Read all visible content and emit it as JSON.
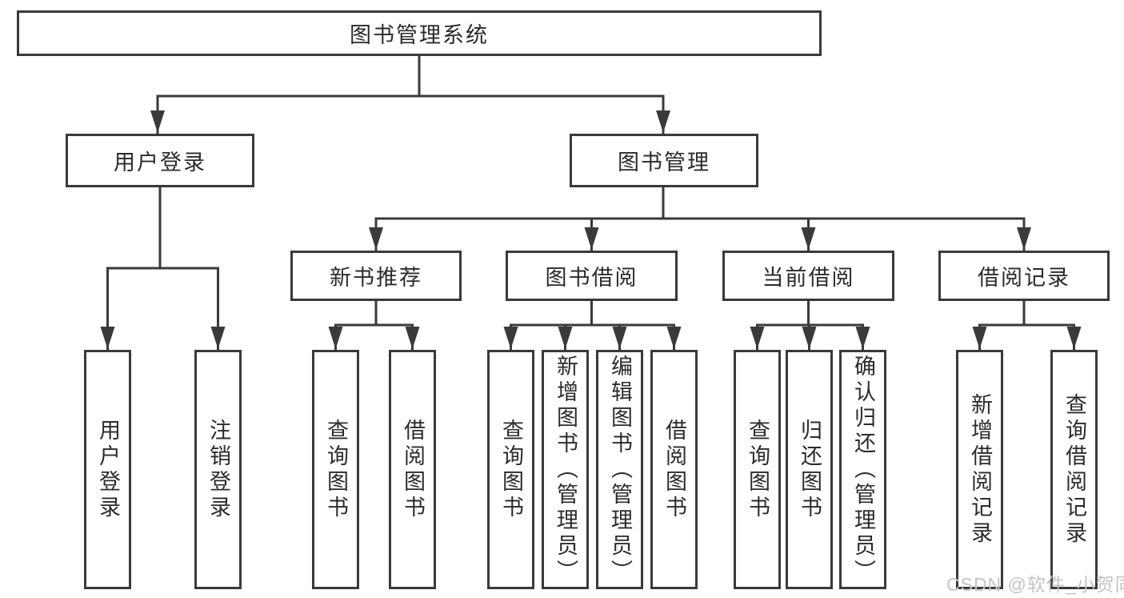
{
  "nodes": {
    "root": "图书管理系统",
    "login": "用户登录",
    "manage": "图书管理",
    "recommend": "新书推荐",
    "borrowing": "图书借阅",
    "current": "当前借阅",
    "records": "借阅记录",
    "login_user": "用户登录",
    "login_logout": "注销登录",
    "recommend_query": "查询图书",
    "recommend_borrow": "借阅图书",
    "borrowing_query": "查询图书",
    "borrowing_add": "新增图书（管理员）",
    "borrowing_edit": "编辑图书（管理员）",
    "borrowing_borrow": "借阅图书",
    "current_query": "查询图书",
    "current_return": "归还图书",
    "current_confirm": "确认归还（管理员）",
    "records_add": "新增借阅记录",
    "records_query": "查询借阅记录"
  },
  "watermark": "CSDN @软件_小贺同学",
  "colors": {
    "line": "#3a3a3a",
    "text": "#2b2b2b",
    "watermark": "#c4c4c4",
    "background": "#ffffff"
  }
}
